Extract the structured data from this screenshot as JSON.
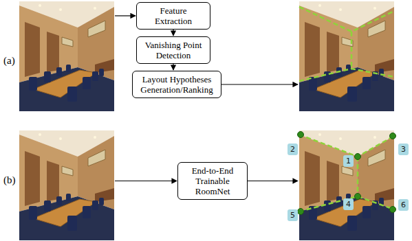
{
  "diagram": {
    "nodes": [
      {
        "text": [
          "Feature Extraction"
        ]
      },
      {
        "text": [
          "Vanishing Point Detection"
        ]
      },
      {
        "text": [
          "Layout Hypotheses Generation/Ranking"
        ]
      },
      {
        "text": [
          "End-to-End Trainable RoomNet"
        ]
      }
    ],
    "edges": [
      {
        "from": 0,
        "to": 1,
        "arrow": "to"
      },
      {
        "from": 1,
        "to": 2,
        "arrow": "to"
      }
    ],
    "labels": [
      "(a)",
      "(b)",
      "2",
      "1",
      "3",
      "4",
      "5",
      "6"
    ]
  }
}
